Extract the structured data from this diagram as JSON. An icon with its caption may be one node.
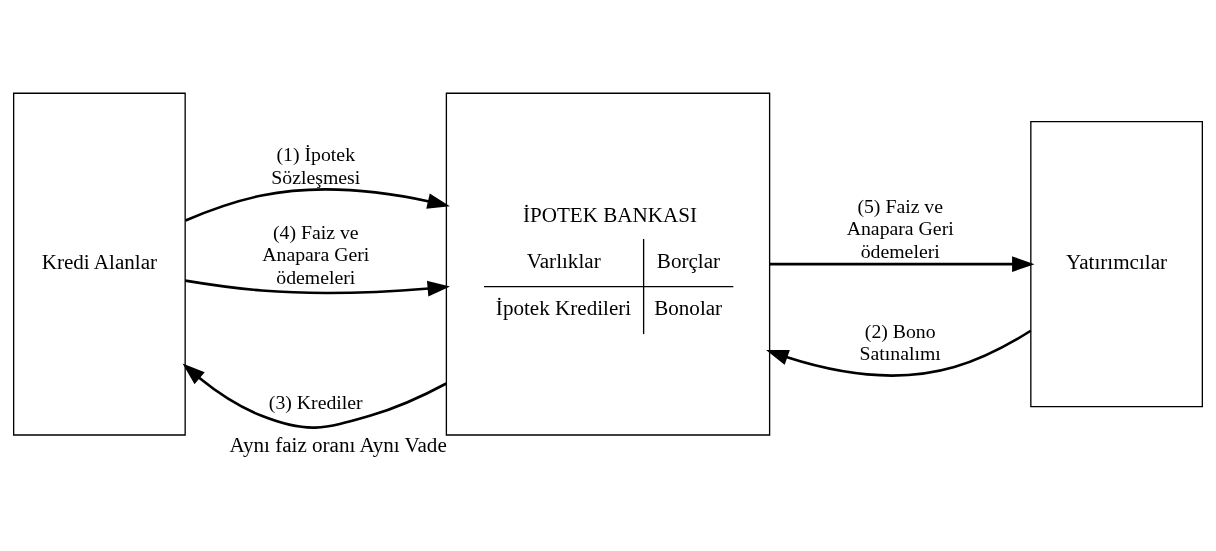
{
  "diagram": {
    "nodes": [
      {
        "text": [
          "Kredi Alanlar"
        ]
      },
      {
        "text": [
          "İPOTEK BANKASI",
          "Varlıklar",
          "Borçlar",
          "İpotek Kredileri",
          "Bonolar"
        ],
        "beside": [
          "Aynı faiz oranı Aynı Vade"
        ]
      },
      {
        "text": [
          "Yatırımcılar"
        ]
      }
    ],
    "edges": [
      {
        "from": 0,
        "to": 1,
        "arrow": "to",
        "label": "(1) İpotek Sözleşmesi"
      },
      {
        "from": 2,
        "to": 1,
        "arrow": "to",
        "label": "(2) Bono Satınalımı"
      },
      {
        "from": 1,
        "to": 0,
        "arrow": "to",
        "label": "(3) Krediler"
      },
      {
        "from": 0,
        "to": 1,
        "arrow": "to",
        "label": "(4) Faiz ve Anapara Geri ödemeleri"
      },
      {
        "from": 1,
        "to": 2,
        "arrow": "to",
        "label": "(5) Faiz ve Anapara Geri ödemeleri"
      }
    ]
  }
}
